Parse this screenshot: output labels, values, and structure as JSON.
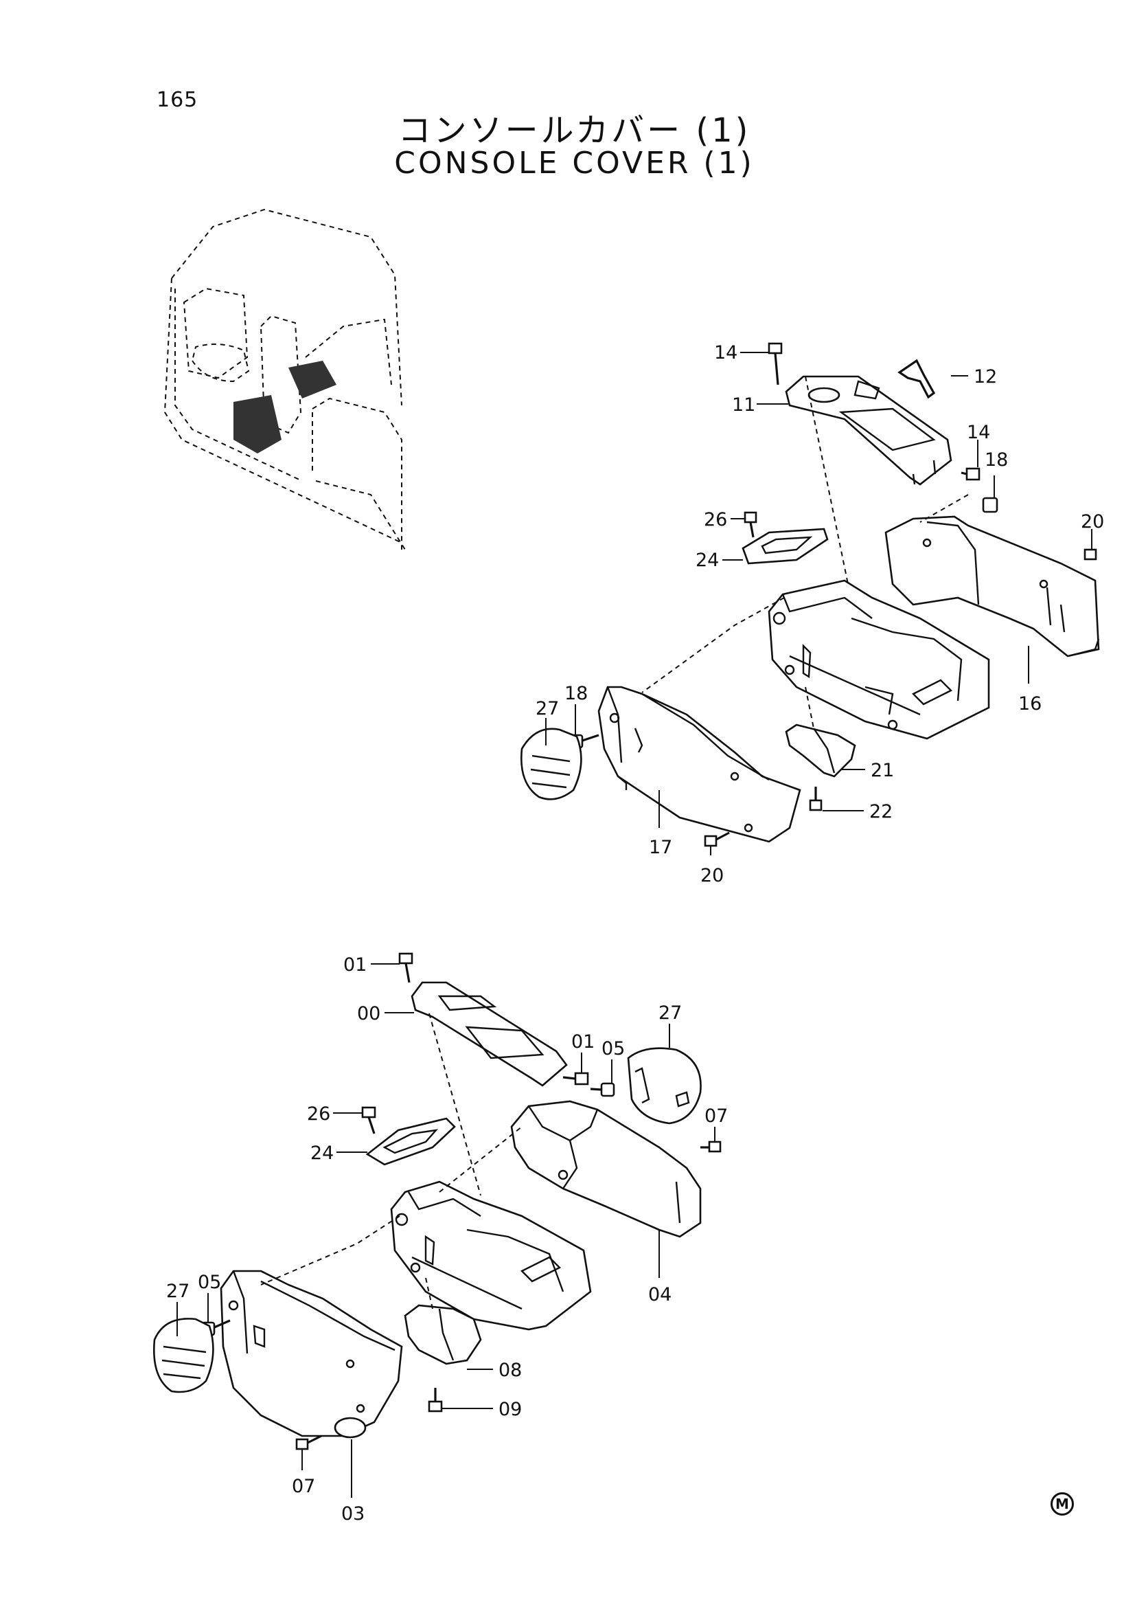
{
  "page": {
    "number": "165"
  },
  "title": {
    "japanese": "コンソールカバー (1)",
    "english": "CONSOLE COVER (1)"
  },
  "mark": "M",
  "callouts_upper": [
    "14",
    "12",
    "11",
    "14",
    "18",
    "26",
    "20",
    "24",
    "16",
    "18",
    "27",
    "21",
    "22",
    "17",
    "20"
  ],
  "callouts_lower": [
    "01",
    "00",
    "01",
    "05",
    "27",
    "07",
    "26",
    "24",
    "04",
    "05",
    "27",
    "08",
    "09",
    "07",
    "03"
  ]
}
